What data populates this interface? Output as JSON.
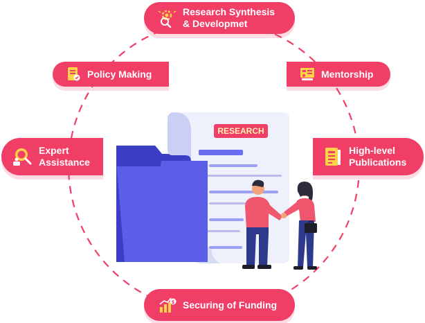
{
  "nodes": {
    "research_synthesis": {
      "line1": "Research Synthesis",
      "line2": "& Developmet",
      "icon": "gear-search-icon"
    },
    "policy_making": {
      "label": "Policy Making",
      "icon": "policy-document-icon"
    },
    "mentorship": {
      "label": "Mentorship",
      "icon": "mentorship-board-icon"
    },
    "expert_assistance": {
      "line1": "Expert",
      "line2": "Assistance",
      "icon": "expert-magnifier-icon"
    },
    "high_level_publications": {
      "line1": "High-level",
      "line2": "Publications",
      "icon": "publication-book-icon"
    },
    "securing_funding": {
      "label": "Securing of Funding",
      "icon": "funding-chart-icon"
    }
  },
  "illustration": {
    "document_tag": "RESEARCH"
  },
  "colors": {
    "accent": "#f03e67",
    "icon_fill": "#ffd24a",
    "folder": "#5b5fe8",
    "folder_dark": "#3c3fc6",
    "paper": "#eef1fb",
    "dashed_circle": "#f03e67"
  }
}
